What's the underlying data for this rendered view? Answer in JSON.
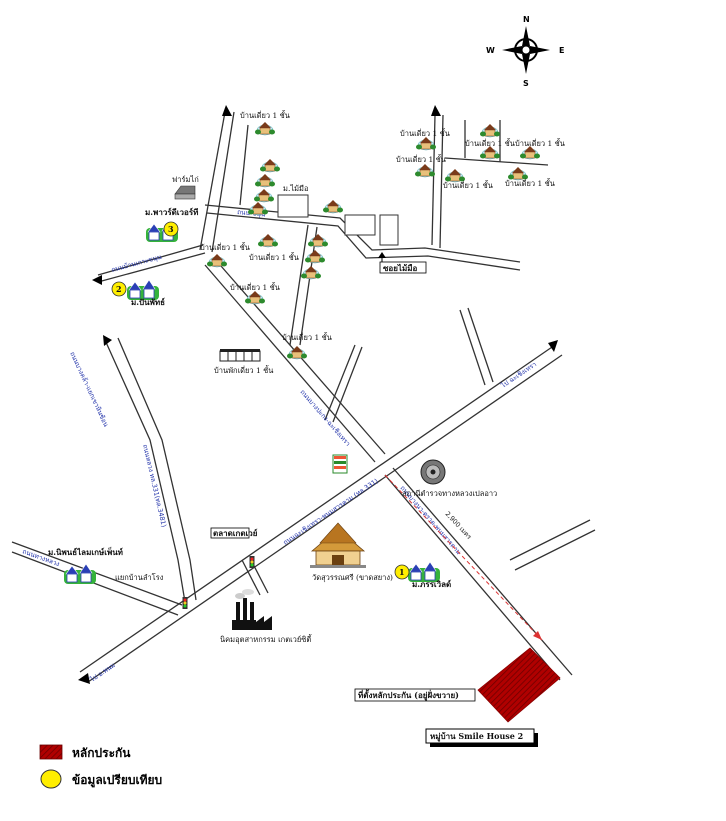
{
  "compass": {
    "n": "N",
    "s": "S",
    "e": "E",
    "w": "W"
  },
  "labels": {
    "house_1storey": "บ้านเดี่ยว 1 ชั้น",
    "farm": "ฟาร์มไก่",
    "moo_pawadee": "ม.พาวร์ดีเวอร์ที",
    "moo_pannapat": "ม.ปันพัทธ์",
    "moo_maimue": "ม.ไม้มือ",
    "soi_maimue": "ซอยไม้มือ",
    "shophouse": "บ้านพักเดี่ยว 1 ชั้น",
    "police": "สถานีตำรวจทางหลวงเปลอาว",
    "temple": "วัดสุวรรณศรี (ขาดสยาง)",
    "moo_right": "ม.ภรรเวิลด์",
    "moo_left": "ม.นิพนธ์ไลมเกษ์เพ็นท์",
    "industrial": "นิคมอุตสาหกรรม เกตเวย์ซิตี้",
    "market": "ตลาดเกตเวย์",
    "junction": "แยกบ้านลำโรง",
    "site": "ที่ตั้งหลักประกัน (อยู่ฝั่งขวาย)",
    "village": "หมู่บ้าน Smile House 2",
    "distance": "2,900 เมตร"
  },
  "roads": {
    "main": "ถนนฉะเชิงเทรา-พนมสารคาม (ทล.331)",
    "to_chon": "ไป ฉะเชิงเทรา",
    "to_left": "ไป อ.พนม",
    "upper": "ถนนบางปะกง-ฉะเชิงเทรา",
    "left_vert": "ถนนหลวง ทล.331(ทล.3481)",
    "left_diag": "ถนนบางคล้า-แยกเขาหินซ้อน",
    "right_diag": "ถนนบางนา-ตราด-พนมสารคาม",
    "far_left": "ถนนทางหลวง",
    "mid_road": "ถนนบ้านเกาะขนุน",
    "top_road": "ถนน ขนุน"
  },
  "markers": {
    "m1": "1",
    "m2": "2",
    "m3": "3"
  },
  "legend": {
    "collateral": "หลักประกัน",
    "comparison": "ข้อมูลเปรียบเทียบ",
    "collateral_color": "#cc1111",
    "comparison_color": "#ffee00"
  }
}
